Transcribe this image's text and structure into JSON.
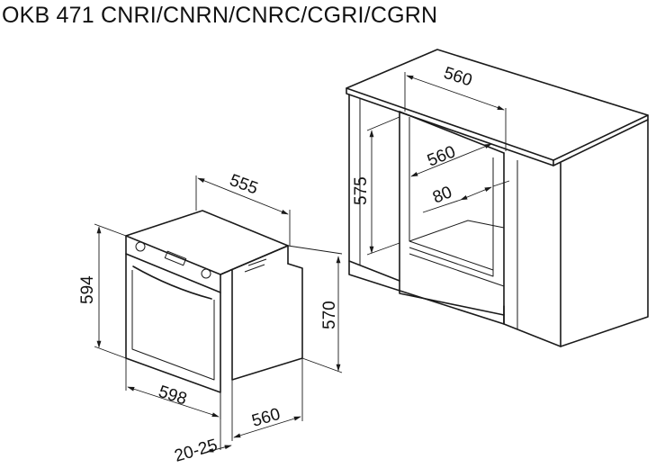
{
  "title": "OKB 471 CNRI/CNRN/CNRC/CGRI/CGRN",
  "dimensions": {
    "oven_depth": "555",
    "oven_height": "594",
    "oven_width": "598",
    "oven_body_height": "570",
    "oven_body_depth": "560",
    "front_offset": "20-25",
    "niche_top_depth": "560",
    "niche_depth": "560",
    "niche_height": "575",
    "vent_gap": "80"
  }
}
